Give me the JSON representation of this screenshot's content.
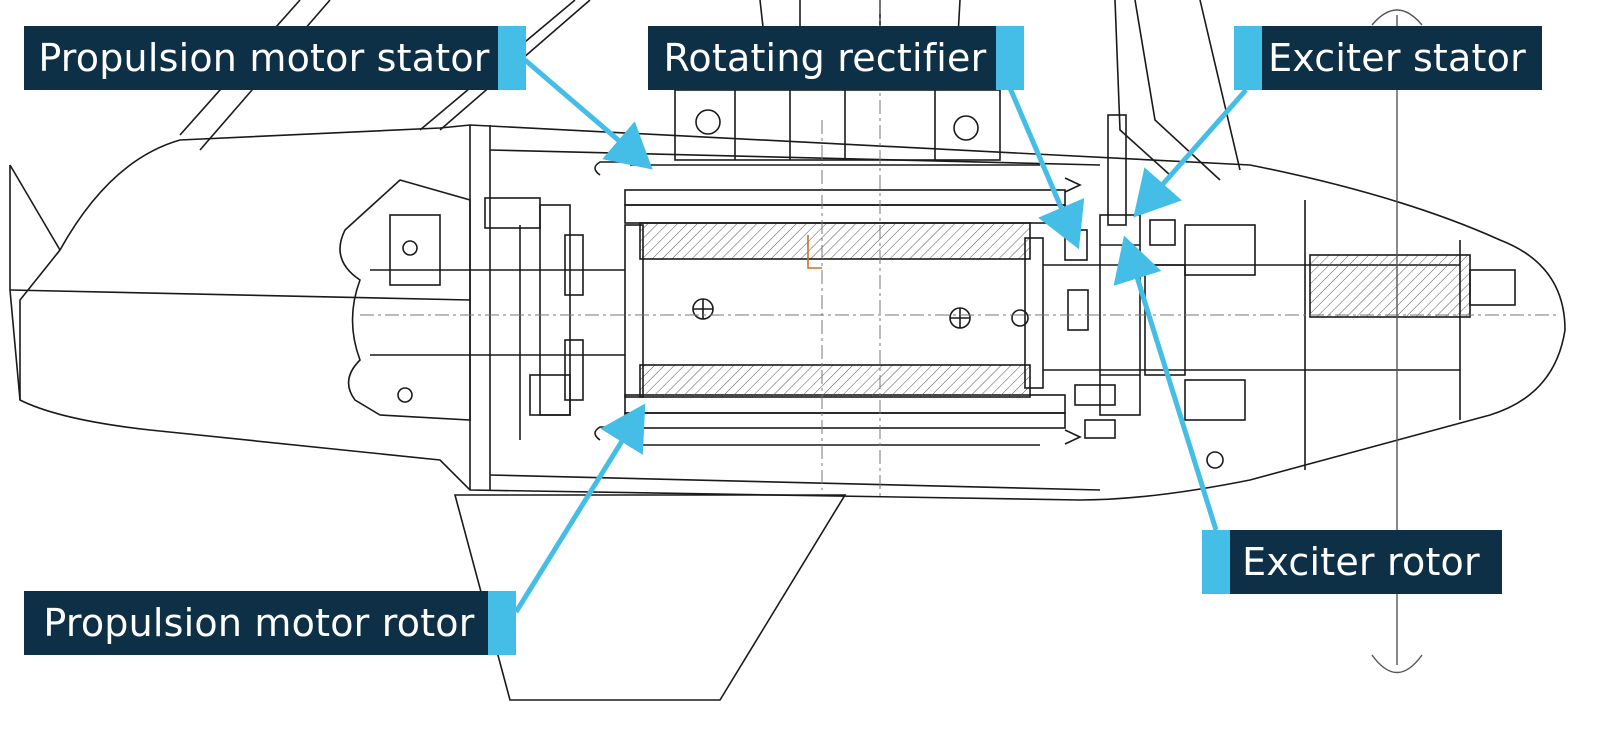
{
  "labels": {
    "propulsion_motor_stator": "Propulsion motor stator",
    "rotating_rectifier": "Rotating rectifier",
    "exciter_stator": "Exciter stator",
    "exciter_rotor": "Exciter rotor",
    "propulsion_motor_rotor": "Propulsion motor rotor"
  },
  "colors": {
    "label_bg": "#0d3047",
    "label_text": "#ffffff",
    "accent": "#44bde7",
    "line": "#1a1a1a"
  }
}
